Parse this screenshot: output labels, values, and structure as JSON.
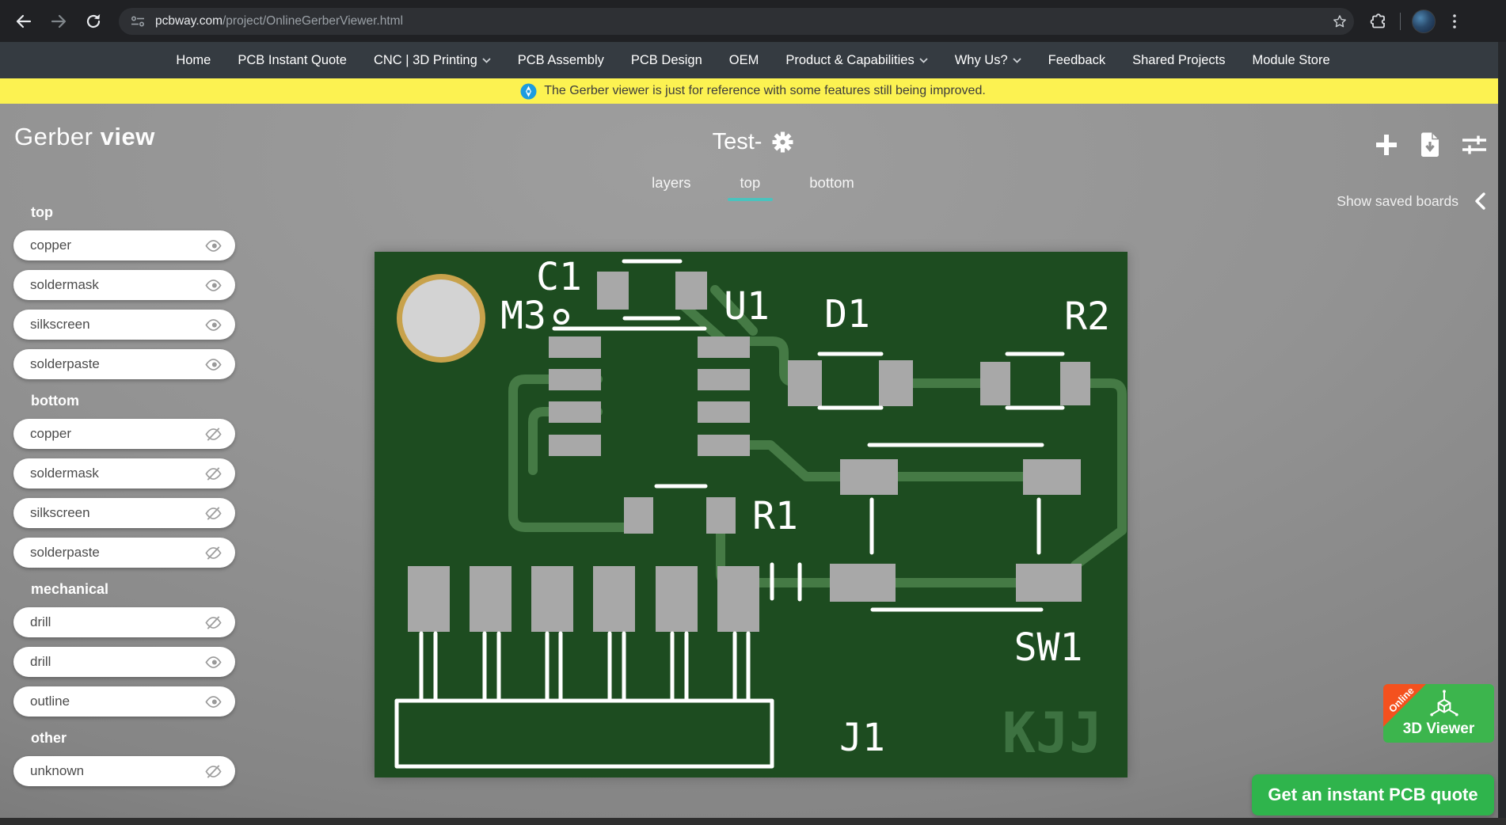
{
  "browser": {
    "url": {
      "domain": "pcbway.com",
      "path": "/project/OnlineGerberViewer.html"
    }
  },
  "nav": {
    "items": [
      {
        "label": "Home",
        "dropdown": false
      },
      {
        "label": "PCB Instant Quote",
        "dropdown": false
      },
      {
        "label": "CNC | 3D Printing",
        "dropdown": true
      },
      {
        "label": "PCB Assembly",
        "dropdown": false
      },
      {
        "label": "PCB Design",
        "dropdown": false
      },
      {
        "label": "OEM",
        "dropdown": false
      },
      {
        "label": "Product & Capabilities",
        "dropdown": true
      },
      {
        "label": "Why Us?",
        "dropdown": true
      },
      {
        "label": "Feedback",
        "dropdown": false
      },
      {
        "label": "Shared Projects",
        "dropdown": false
      },
      {
        "label": "Module Store",
        "dropdown": false
      }
    ]
  },
  "banner": {
    "text": "The Gerber viewer is just for reference with some features still being improved."
  },
  "header": {
    "title_light": "Gerber",
    "title_bold": "view",
    "project_name": "Test-",
    "tabs": [
      {
        "label": "layers",
        "active": false
      },
      {
        "label": "top",
        "active": true
      },
      {
        "label": "bottom",
        "active": false
      }
    ],
    "saved_boards_label": "Show saved boards"
  },
  "sidebar": {
    "groups": [
      {
        "title": "top",
        "items": [
          {
            "label": "copper",
            "visible": true
          },
          {
            "label": "soldermask",
            "visible": true
          },
          {
            "label": "silkscreen",
            "visible": true
          },
          {
            "label": "solderpaste",
            "visible": true
          }
        ]
      },
      {
        "title": "bottom",
        "items": [
          {
            "label": "copper",
            "visible": false
          },
          {
            "label": "soldermask",
            "visible": false
          },
          {
            "label": "silkscreen",
            "visible": false
          },
          {
            "label": "solderpaste",
            "visible": false
          }
        ]
      },
      {
        "title": "mechanical",
        "items": [
          {
            "label": "drill",
            "visible": false
          },
          {
            "label": "drill",
            "visible": true
          },
          {
            "label": "outline",
            "visible": true
          }
        ]
      },
      {
        "title": "other",
        "items": [
          {
            "label": "unknown",
            "visible": false
          }
        ]
      }
    ]
  },
  "board": {
    "labels": {
      "c1": "C1",
      "m3": "M3",
      "u1": "U1",
      "d1": "D1",
      "r2": "R2",
      "r1": "R1",
      "sw1": "SW1",
      "j1": "J1"
    },
    "copper_text": "KJJ",
    "colors": {
      "substrate": "#1d4c20",
      "trace": "#457a45",
      "pad": "#a8a8a8",
      "silkscreen": "#ffffff",
      "drill_ring": "#c8a24b",
      "drill_fill": "#d3d3d3",
      "copper_text_color": "#3d7241"
    }
  },
  "floating": {
    "viewer3d": {
      "label": "3D Viewer",
      "badge": "Online"
    },
    "quote_label": "Get an instant PCB quote"
  },
  "theme": {
    "accent_teal": "#4ac3be",
    "banner_yellow": "#fcf251",
    "button_green": "#2fb44c",
    "nav_bg": "#353b41"
  }
}
